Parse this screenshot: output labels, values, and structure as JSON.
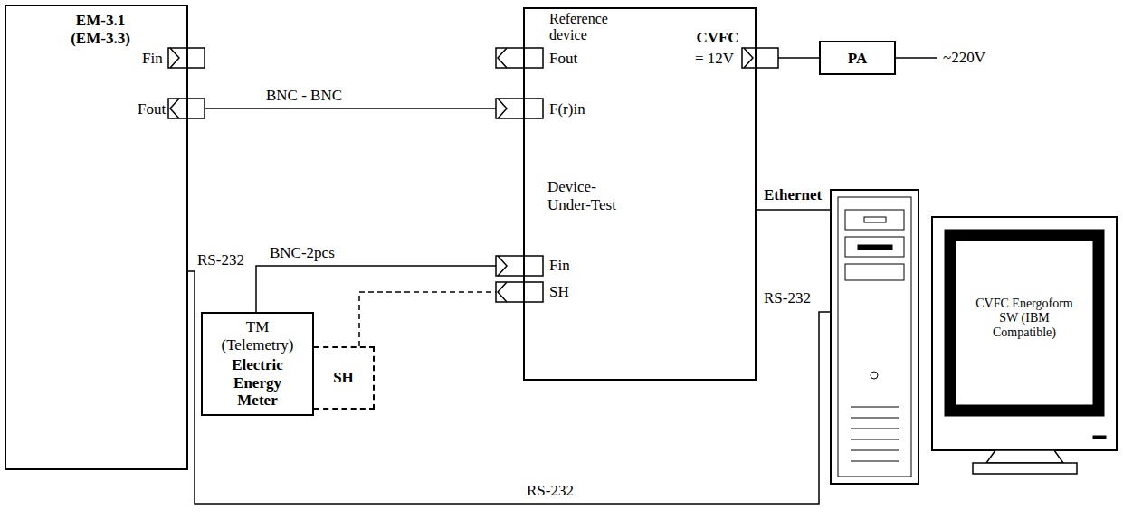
{
  "diagram": {
    "nodes": [
      {
        "text": [
          "EM-3.1 (EM-3.3)"
        ]
      },
      {
        "text": [
          "Reference device",
          "CVFC",
          "Device-Under-Test"
        ]
      },
      {
        "text": [
          "PA"
        ]
      },
      {
        "text": [
          "TM (Telemetry)",
          "Electric Energy Meter"
        ]
      },
      {
        "text": [
          "SH"
        ]
      },
      {
        "text": [
          "CVFC Energoform SW (IBM Compatible)"
        ]
      }
    ],
    "edges": [
      {
        "from": 0,
        "to": 1,
        "label": "BNC - BNC",
        "arrow": "none"
      },
      {
        "from": 1,
        "to": 2,
        "arrow": "none"
      },
      {
        "from": 3,
        "to": 1,
        "label": "BNC-2pcs",
        "arrow": "none"
      },
      {
        "from": 4,
        "to": 1,
        "arrow": "none"
      },
      {
        "from": 1,
        "to": 5,
        "label": "Ethernet",
        "arrow": "none"
      },
      {
        "from": 0,
        "to": 5,
        "label": "RS-232",
        "arrow": "none"
      }
    ],
    "labels": [
      "Fin",
      "Fout",
      "Fout",
      "F(r)in",
      "Fin",
      "SH",
      "= 12V",
      "~220V",
      "RS-232",
      "RS-232"
    ]
  }
}
